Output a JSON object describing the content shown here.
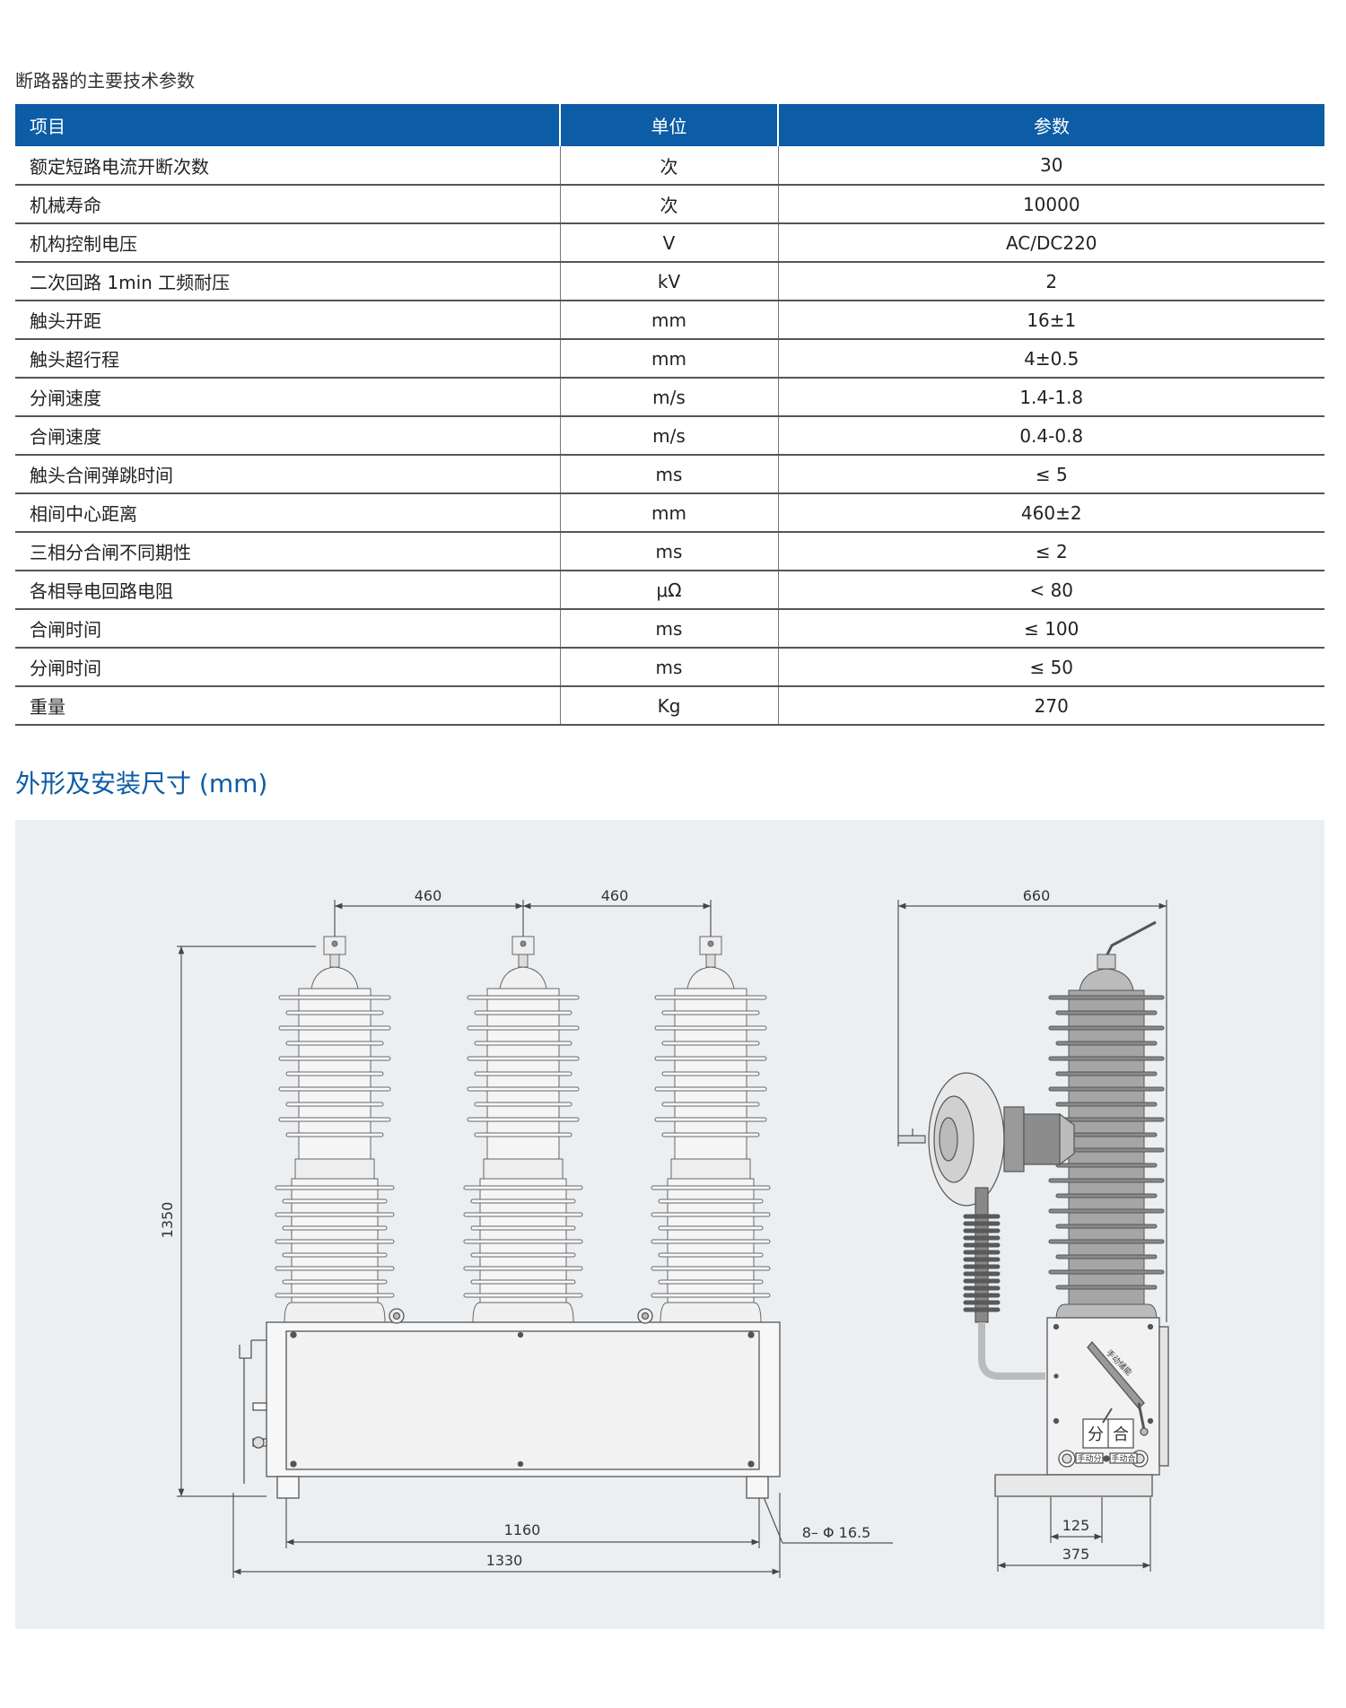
{
  "table": {
    "caption": "断路器的主要技术参数",
    "headers": [
      "项目",
      "单位",
      "参数"
    ],
    "rows": [
      [
        "额定短路电流开断次数",
        "次",
        "30"
      ],
      [
        "机械寿命",
        "次",
        "10000"
      ],
      [
        "机构控制电压",
        "V",
        "AC/DC220"
      ],
      [
        "二次回路 1min 工频耐压",
        "kV",
        "2"
      ],
      [
        "触头开距",
        "mm",
        "16±1"
      ],
      [
        "触头超行程",
        "mm",
        "4±0.5"
      ],
      [
        "分闸速度",
        "m/s",
        "1.4-1.8"
      ],
      [
        "合闸速度",
        "m/s",
        "0.4-0.8"
      ],
      [
        "触头合闸弹跳时间",
        "ms",
        "≤ 5"
      ],
      [
        "相间中心距离",
        "mm",
        "460±2"
      ],
      [
        "三相分合闸不同期性",
        "ms",
        "≤ 2"
      ],
      [
        "各相导电回路电阻",
        "μΩ",
        "< 80"
      ],
      [
        "合闸时间",
        "ms",
        "≤ 100"
      ],
      [
        "分闸时间",
        "ms",
        "≤ 50"
      ],
      [
        "重量",
        "Kg",
        "270"
      ]
    ]
  },
  "section": {
    "title": "外形及安装尺寸 (mm)"
  },
  "drawing": {
    "dimensions": {
      "phase_spacing_left": "460",
      "phase_spacing_right": "460",
      "side_width": "660",
      "height": "1350",
      "mount_spacing": "1160",
      "overall_length": "1330",
      "holes": "8– Φ 16.5",
      "side_mount_spacing": "125",
      "side_base_width": "375"
    },
    "labels": {
      "manual_store": "手动储能",
      "open": "分",
      "close": "合",
      "manual_open": "手动分",
      "manual_close": "手动合"
    },
    "colors": {
      "header": "#0c5ca6",
      "title": "#0c5ca6",
      "panel": "#eceff2"
    }
  }
}
